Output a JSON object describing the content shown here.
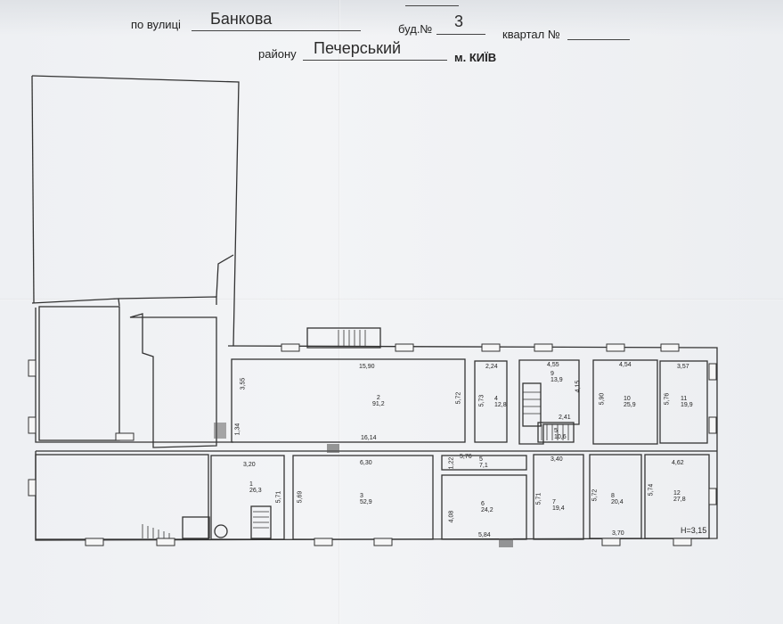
{
  "form": {
    "top_partial": "",
    "street_label": "по вулиці",
    "street_value": "Банкова",
    "house_label": "буд.№",
    "house_value": "3",
    "block_label": "квартал №",
    "district_label": "району",
    "district_value": "Печерський",
    "city_label": "м. КИЇВ"
  },
  "plan": {
    "height_note": "Н=3,15",
    "rooms": [
      {
        "num": "1",
        "area": "26,3"
      },
      {
        "num": "2",
        "area": "91,2"
      },
      {
        "num": "3",
        "area": "52,9"
      },
      {
        "num": "4",
        "area": "12,8"
      },
      {
        "num": "5",
        "area": "7,1"
      },
      {
        "num": "6",
        "area": "24,2"
      },
      {
        "num": "7",
        "area": "19,4"
      },
      {
        "num": "8",
        "area": "20,4"
      },
      {
        "num": "9",
        "area": "13,9"
      },
      {
        "num": "10",
        "area": "25,9"
      },
      {
        "num": "11",
        "area": "19,9"
      },
      {
        "num": "12",
        "area": "27,8"
      },
      {
        "num": "5",
        "area": "10,6"
      }
    ],
    "dims": [
      "15,90",
      "3,55",
      "5,72",
      "16,14",
      "1,34",
      "3,20",
      "5,71",
      "6,30",
      "5,69",
      "2,24",
      "5,73",
      "1,22",
      "5,76",
      "4,08",
      "5,84",
      "3,40",
      "5,71",
      "4,55",
      "4,15",
      "2,41",
      "4,54",
      "5,90",
      "3,57",
      "5,76",
      "4,62",
      "5,72",
      "3,70",
      "5,74"
    ]
  }
}
